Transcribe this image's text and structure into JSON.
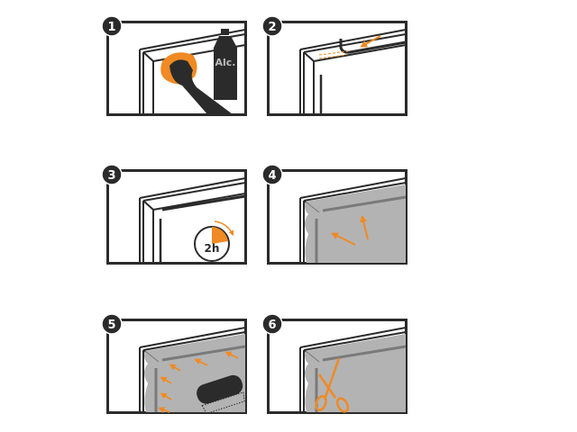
{
  "colors": {
    "accent": "#f08a24",
    "ink": "#2b2b2b",
    "film": "#b3b3b3",
    "strip": "#7a7a7a"
  },
  "steps": [
    {
      "number": "1",
      "bottle_label": "Alc."
    },
    {
      "number": "2"
    },
    {
      "number": "3",
      "timer_label": "2h"
    },
    {
      "number": "4"
    },
    {
      "number": "5"
    },
    {
      "number": "6"
    }
  ]
}
